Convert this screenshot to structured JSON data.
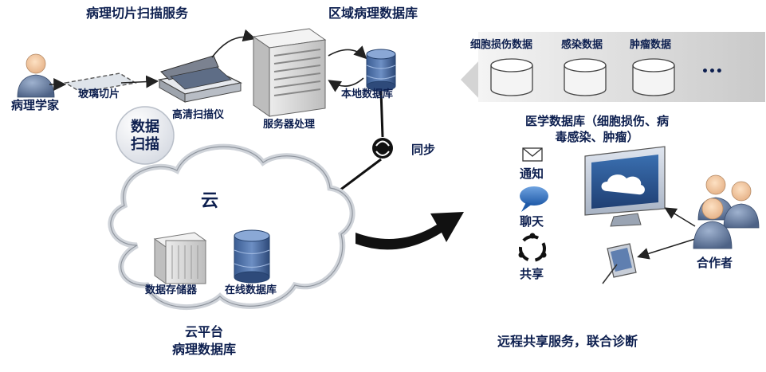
{
  "left": {
    "scan_service_title": "病理切片扫描服务",
    "pathologist_label": "病理学家",
    "glass_slide_label": "玻璃切片",
    "scanner_label": "高清扫描仪",
    "data_scan_badge": [
      "数据",
      "扫描"
    ]
  },
  "regional": {
    "title": "区域病理数据库",
    "server_label": "服务器处理",
    "local_db_label": "本地数据库",
    "sync_label": "同步"
  },
  "cloud": {
    "cloud_label": "云",
    "storage_label": "数据存储器",
    "online_db_label": "在线数据库",
    "platform_caption": [
      "云平台",
      "病理数据库"
    ]
  },
  "medical": {
    "categories": [
      "细胞损伤数据",
      "感染数据",
      "肿瘤数据"
    ],
    "more": "•••",
    "caption": [
      "医学数据库（细胞损伤、病",
      "毒感染、肿瘤）"
    ]
  },
  "sharing": {
    "notify_label": "通知",
    "chat_label": "聊天",
    "share_label": "共享",
    "collaborator_label": "合作者",
    "remote_caption": "远程共享服务，联合诊断"
  }
}
